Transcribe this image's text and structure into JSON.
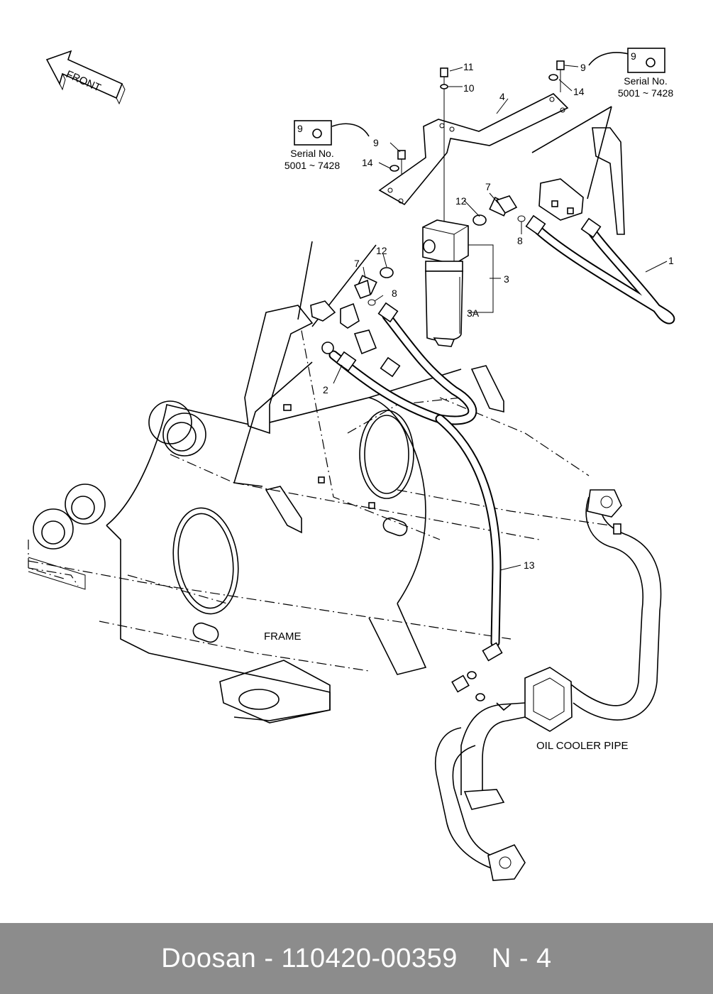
{
  "diagram": {
    "front_label": "FRONT",
    "frame_label": "FRAME",
    "oil_cooler_label": "OIL COOLER PIPE",
    "serial_left": {
      "part": "9",
      "title": "Serial No.",
      "range": "5001 ~ 7428"
    },
    "serial_right": {
      "part": "9",
      "title": "Serial No.",
      "range": "5001 ~ 7428"
    },
    "callouts": {
      "c1": "1",
      "c2": "2",
      "c3": "3",
      "c3a": "3A",
      "c4": "4",
      "c7a": "7",
      "c7b": "7",
      "c8a": "8",
      "c8b": "8",
      "c9a": "9",
      "c9b": "9",
      "c10": "10",
      "c11": "11",
      "c12a": "12",
      "c12b": "12",
      "c13": "13",
      "c14a": "14",
      "c14b": "14"
    }
  },
  "footer": {
    "part_ref": "Doosan - 110420-00359",
    "page": "N - 4"
  }
}
